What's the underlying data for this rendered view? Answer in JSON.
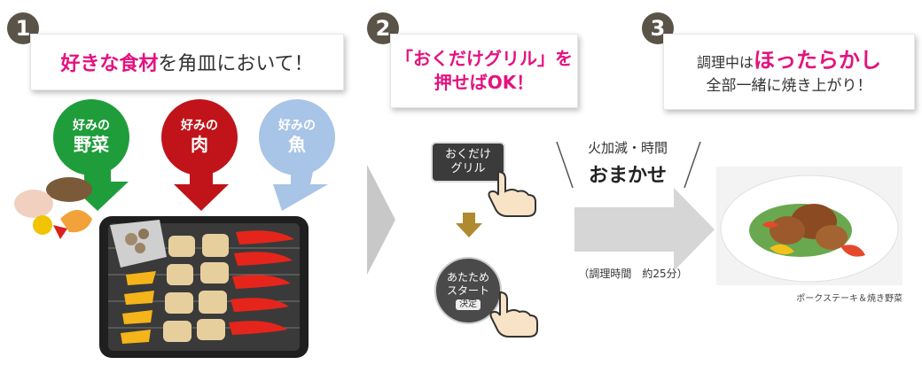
{
  "steps": [
    {
      "number": "1",
      "text_highlight": "好きな食材",
      "text_rest": "を角皿において！"
    },
    {
      "number": "2",
      "line1": "「おくだけグリル」を",
      "line2": "押せばOK！"
    },
    {
      "number": "3",
      "line1_plain": "調理中は",
      "line1_highlight": "ほったらかし",
      "line2": "全部一緒に焼き上がり！"
    }
  ],
  "bubbles": [
    {
      "small": "好みの",
      "big": "野菜",
      "color": "#1f9d3b"
    },
    {
      "small": "好みの",
      "big": "肉",
      "color": "#c0141a"
    },
    {
      "small": "好みの",
      "big": "魚",
      "color": "#a8c4e6"
    }
  ],
  "buttons": {
    "grill_line1": "おくだけ",
    "grill_line2": "グリル",
    "start_line1": "あたため",
    "start_line2": "スタート",
    "start_sub": "決定"
  },
  "arrow_label": {
    "line1": "火加減・時間",
    "line2": "おまかせ",
    "time_note": "（調理時間　約25分）"
  },
  "dish_caption": "ポークステーキ＆焼き野菜",
  "colors": {
    "accent_pink": "#e4127f",
    "step_circle": "#5a5348",
    "down_arrow": "#b08a2e",
    "big_arrow": "#d6d6d6"
  }
}
